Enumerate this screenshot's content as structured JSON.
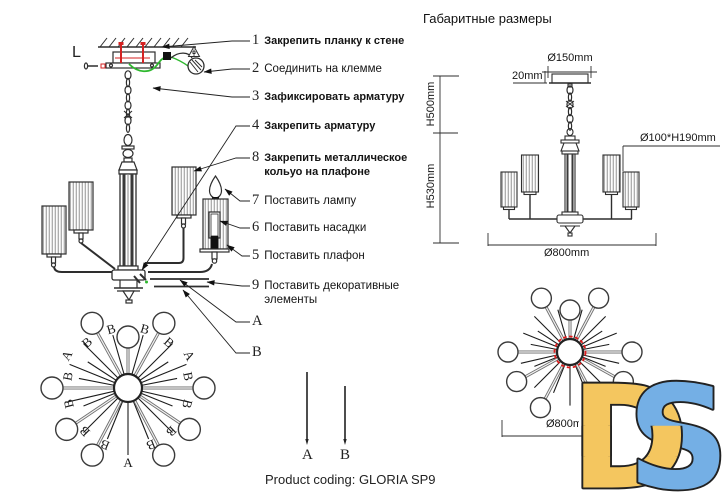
{
  "title": "Габаритные размеры",
  "product_coding": "Product coding: GLORIA SP9",
  "callouts": [
    {
      "num": "1",
      "text": "Закрепить планку к стене"
    },
    {
      "num": "2",
      "text": "Соединить на клемме"
    },
    {
      "num": "3",
      "text": "Зафиксировать арматуру"
    },
    {
      "num": "4",
      "text": "Закрепить арматуру"
    },
    {
      "num": "8",
      "text": "Закрепить металлическое кольуо на плафоне"
    },
    {
      "num": "7",
      "text": "Поставить лампу"
    },
    {
      "num": "6",
      "text": "Поставить насадки"
    },
    {
      "num": "5",
      "text": "Поставить плафон"
    },
    {
      "num": "9",
      "text": "Поставить декоративные элементы"
    },
    {
      "num": "A",
      "text": ""
    },
    {
      "num": "B",
      "text": ""
    }
  ],
  "dimensions": {
    "canopy_diameter": "Ø150mm",
    "canopy_height": "20mm",
    "height_upper": "H500mm",
    "height_lower": "H530mm",
    "shade_size": "Ø100*H190mm",
    "fixture_diameter": "Ø800mm",
    "top_view_diameter": "Ø800mm"
  },
  "labels": {
    "live_wire": "L",
    "rod_a": "A",
    "rod_b": "B"
  },
  "stars": {
    "left": {
      "labels": [
        {
          "t": "B",
          "a": -16
        },
        {
          "t": "B",
          "a": 16
        },
        {
          "t": "B",
          "a": -42
        },
        {
          "t": "B",
          "a": 42
        },
        {
          "t": "A",
          "a": -62,
          "r": 68
        },
        {
          "t": "A",
          "a": 62,
          "r": 68
        },
        {
          "t": "B",
          "a": -79
        },
        {
          "t": "B",
          "a": 79
        },
        {
          "t": "B",
          "a": -105
        },
        {
          "t": "B",
          "a": 105
        },
        {
          "t": "B",
          "a": -135
        },
        {
          "t": "B",
          "a": 135
        },
        {
          "t": "B",
          "a": -158
        },
        {
          "t": "B",
          "a": 158
        },
        {
          "t": "A",
          "a": 180,
          "r": 76
        }
      ]
    },
    "right": {
      "labels": []
    }
  },
  "logo": {
    "d": "D",
    "s": "S",
    "d_color": "#F4C65F",
    "s_color": "#74AFE5",
    "outline": "#222222"
  }
}
